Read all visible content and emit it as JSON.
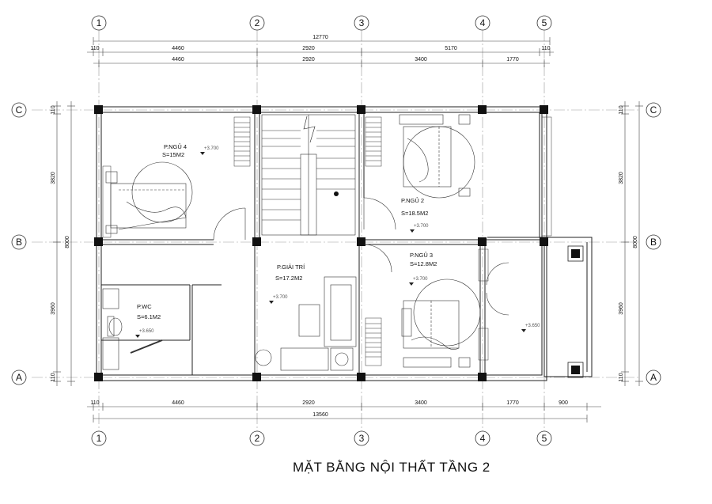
{
  "title": "MẶT BẰNG NỘI THẤT TẦNG 2",
  "axes": {
    "columns": [
      "1",
      "2",
      "3",
      "4",
      "5"
    ],
    "rows": [
      "C",
      "B",
      "A"
    ]
  },
  "dimensions": {
    "top_overall": "12770",
    "top_row1": [
      "110",
      "4460",
      "2920",
      "5170",
      "110"
    ],
    "top_row2": [
      "4460",
      "2920",
      "3400",
      "1770"
    ],
    "bottom_row1": [
      "110",
      "4460",
      "2920",
      "3400",
      "1770",
      "900"
    ],
    "bottom_overall": "13560",
    "left": [
      "110",
      "3820",
      "8000",
      "3960",
      "110"
    ],
    "right": [
      "110",
      "3820",
      "8000",
      "3960",
      "110"
    ]
  },
  "rooms": [
    {
      "name": "P.NGỦ 4",
      "area": "S=15M2",
      "level": "+3.700"
    },
    {
      "name": "P.NGỦ 2",
      "area": "S=18.5M2",
      "level": "+3.700"
    },
    {
      "name": "P.GIẢI TRÍ",
      "area": "S=17.2M2",
      "level": "+3.700"
    },
    {
      "name": "P.NGỦ 3",
      "area": "S=12.8M2",
      "level": "+3.700"
    },
    {
      "name": "P.WC",
      "area": "S=6.1M2",
      "level": "+3.650"
    }
  ],
  "levels": {
    "balcony": "+3.650"
  }
}
